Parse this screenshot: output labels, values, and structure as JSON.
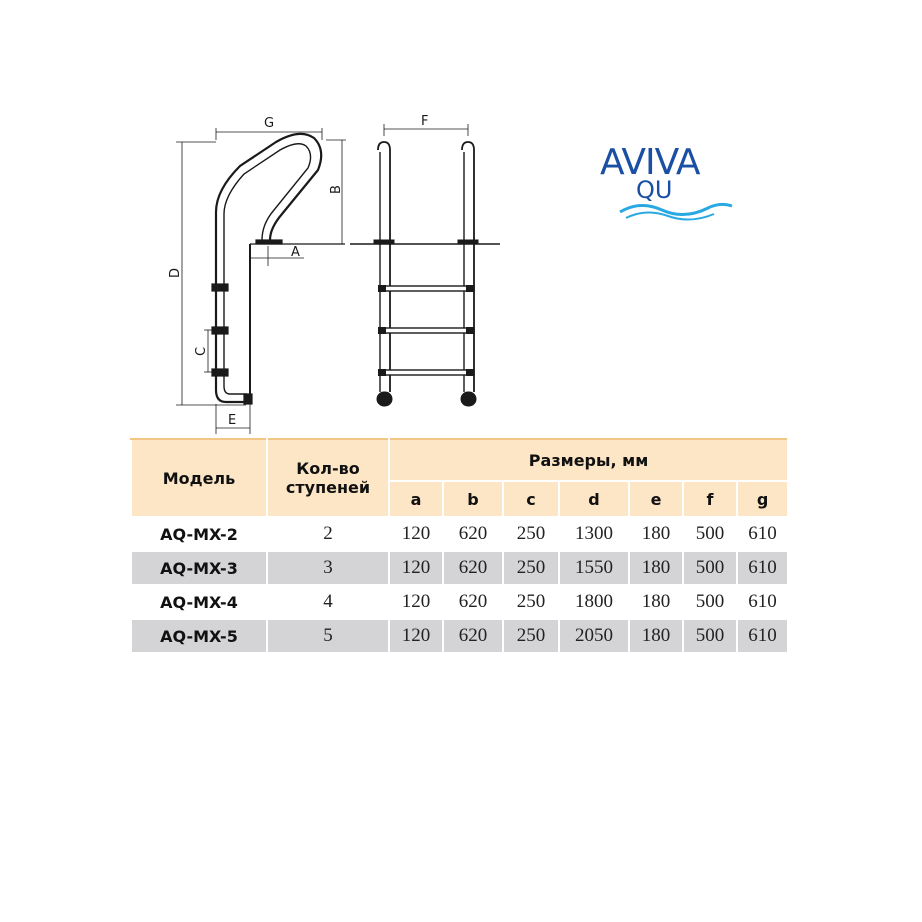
{
  "diagram": {
    "side_labels": {
      "a": "A",
      "b": "B",
      "c": "C",
      "d": "D",
      "e": "E",
      "g": "G"
    },
    "front_labels": {
      "f": "F"
    }
  },
  "logo": {
    "line1": "AVIVA",
    "line2": "QU",
    "colors": {
      "blue": "#1a4fa3",
      "cyan": "#29a9e1"
    }
  },
  "table": {
    "headers": {
      "model": "Модель",
      "steps_line1": "Кол-во",
      "steps_line2": "ступеней",
      "dimensions": "Размеры, мм",
      "cols": [
        "a",
        "b",
        "c",
        "d",
        "e",
        "f",
        "g"
      ]
    },
    "rows": [
      {
        "model": "AQ-MX-2",
        "steps": "2",
        "values": [
          "120",
          "620",
          "250",
          "1300",
          "180",
          "500",
          "610"
        ]
      },
      {
        "model": "AQ-MX-3",
        "steps": "3",
        "values": [
          "120",
          "620",
          "250",
          "1550",
          "180",
          "500",
          "610"
        ]
      },
      {
        "model": "AQ-MX-4",
        "steps": "4",
        "values": [
          "120",
          "620",
          "250",
          "1800",
          "180",
          "500",
          "610"
        ]
      },
      {
        "model": "AQ-MX-5",
        "steps": "5",
        "values": [
          "120",
          "620",
          "250",
          "2050",
          "180",
          "500",
          "610"
        ]
      }
    ],
    "colors": {
      "header_bg": "#fde6c6",
      "stripe": "#d4d4d6",
      "accent": "#f2c684"
    }
  }
}
